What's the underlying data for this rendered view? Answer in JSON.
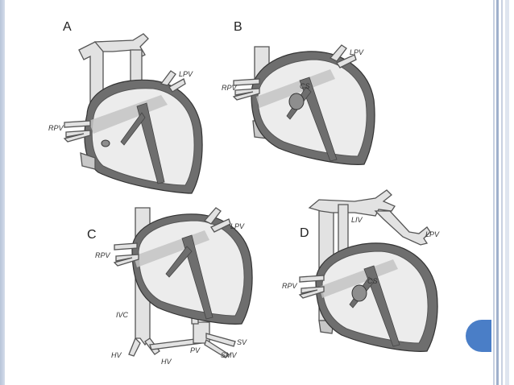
{
  "panels": [
    {
      "label": "A",
      "veins": [
        "LPV",
        "RPV"
      ]
    },
    {
      "label": "B",
      "veins": [
        "LPV",
        "RPV",
        "CS"
      ]
    },
    {
      "label": "C",
      "veins": [
        "LPV",
        "RPV",
        "IVC",
        "HV",
        "HV",
        "PV",
        "SV",
        "SMV"
      ]
    },
    {
      "label": "D",
      "veins": [
        "LIV",
        "LPV",
        "RPV",
        "CS"
      ]
    }
  ],
  "colors": {
    "nav_dot": "#4a7ec7",
    "frame": "#9fb0cc",
    "heart_wall": "#6e6e6e"
  }
}
